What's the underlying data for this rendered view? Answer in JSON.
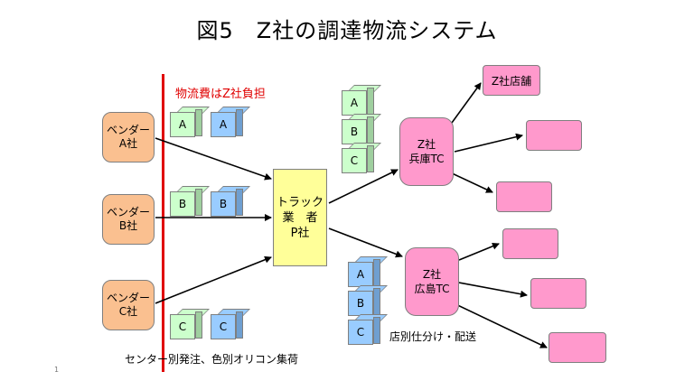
{
  "title": "図5　Z社の調達物流システム",
  "red_label": "物流費はZ社負担",
  "vendors": [
    {
      "label": "ベンダー\nA社"
    },
    {
      "label": "ベンダー\nB社"
    },
    {
      "label": "ベンダー\nC社"
    }
  ],
  "trucker": {
    "label": "トラック\n業　者\nP社"
  },
  "tcs": [
    {
      "label": "Z社\n兵庫TC"
    },
    {
      "label": "Z社\n広島TC"
    }
  ],
  "stores": [
    {
      "label": "Z社店舗"
    },
    {
      "label": ""
    },
    {
      "label": ""
    },
    {
      "label": ""
    },
    {
      "label": ""
    },
    {
      "label": ""
    }
  ],
  "cubes": {
    "vendor_a": [
      "A",
      "A"
    ],
    "vendor_b": [
      "B",
      "B"
    ],
    "vendor_c": [
      "C",
      "C"
    ],
    "hyogo": [
      "A",
      "B",
      "C"
    ],
    "hiroshima": [
      "A",
      "B",
      "C"
    ]
  },
  "colors": {
    "green_cube": "#ccffcc",
    "blue_cube": "#99ccff",
    "vendor": "#fac090",
    "trucker": "#ffff99",
    "tc_and_store": "#ff99cc",
    "red_line": "#e00000"
  },
  "note_bottom": "センター別発注、色別オリコン集荷",
  "note_sort": "店別仕分け・配送",
  "page_number": "1"
}
